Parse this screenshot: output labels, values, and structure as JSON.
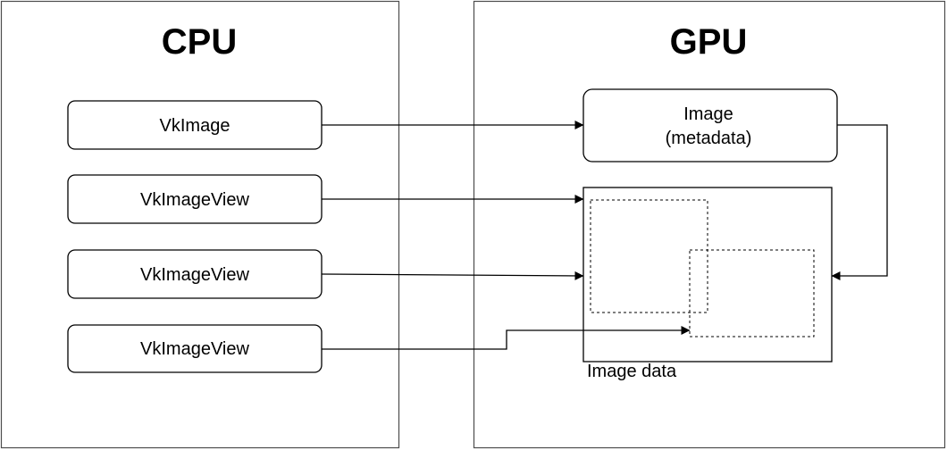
{
  "panels": {
    "cpu": {
      "title": "CPU"
    },
    "gpu": {
      "title": "GPU"
    }
  },
  "cpu_nodes": [
    {
      "label": "VkImage"
    },
    {
      "label": "VkImageView"
    },
    {
      "label": "VkImageView"
    },
    {
      "label": "VkImageView"
    }
  ],
  "gpu_nodes": {
    "image_metadata": {
      "line1": "Image",
      "line2": "(metadata)"
    },
    "image_data": {
      "label": "Image data"
    }
  },
  "colors": {
    "stroke": "#000000",
    "panel_border": "#4d4d4d",
    "background": "#ffffff"
  }
}
